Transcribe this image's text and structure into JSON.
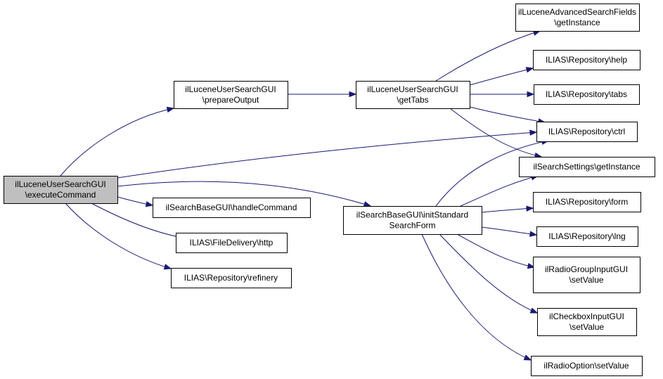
{
  "nodes": {
    "execute_command": {
      "lines": [
        "ilLuceneUserSearchGUI",
        "\\executeCommand"
      ],
      "root": true
    },
    "prepare_output": {
      "lines": [
        "ilLuceneUserSearchGUI",
        "\\prepareOutput"
      ]
    },
    "get_tabs": {
      "lines": [
        "ilLuceneUserSearchGUI",
        "\\getTabs"
      ]
    },
    "handle_command": {
      "lines": [
        "ilSearchBaseGUI\\handleCommand"
      ]
    },
    "http": {
      "lines": [
        "ILIAS\\FileDelivery\\http"
      ]
    },
    "refinery": {
      "lines": [
        "ILIAS\\Repository\\refinery"
      ]
    },
    "init_standard_search_form": {
      "lines": [
        "ilSearchBaseGUI\\initStandard",
        "SearchForm"
      ]
    },
    "advanced_search_fields": {
      "lines": [
        "ilLuceneAdvancedSearchFields",
        "\\getInstance"
      ]
    },
    "repo_help": {
      "lines": [
        "ILIAS\\Repository\\help"
      ]
    },
    "repo_tabs": {
      "lines": [
        "ILIAS\\Repository\\tabs"
      ]
    },
    "repo_ctrl": {
      "lines": [
        "ILIAS\\Repository\\ctrl"
      ]
    },
    "search_settings": {
      "lines": [
        "ilSearchSettings\\getInstance"
      ]
    },
    "repo_form": {
      "lines": [
        "ILIAS\\Repository\\form"
      ]
    },
    "repo_lng": {
      "lines": [
        "ILIAS\\Repository\\lng"
      ]
    },
    "radio_group": {
      "lines": [
        "ilRadioGroupInputGUI",
        "\\setValue"
      ]
    },
    "checkbox": {
      "lines": [
        "ilCheckboxInputGUI",
        "\\setValue"
      ]
    },
    "radio_option": {
      "lines": [
        "ilRadioOption\\setValue"
      ]
    }
  },
  "edges": [
    [
      "execute_command",
      "prepare_output"
    ],
    [
      "execute_command",
      "repo_ctrl"
    ],
    [
      "execute_command",
      "handle_command"
    ],
    [
      "execute_command",
      "http"
    ],
    [
      "execute_command",
      "refinery"
    ],
    [
      "execute_command",
      "init_standard_search_form"
    ],
    [
      "prepare_output",
      "get_tabs"
    ],
    [
      "get_tabs",
      "advanced_search_fields"
    ],
    [
      "get_tabs",
      "repo_help"
    ],
    [
      "get_tabs",
      "repo_tabs"
    ],
    [
      "get_tabs",
      "repo_ctrl"
    ],
    [
      "get_tabs",
      "search_settings"
    ],
    [
      "init_standard_search_form",
      "repo_ctrl"
    ],
    [
      "init_standard_search_form",
      "search_settings"
    ],
    [
      "init_standard_search_form",
      "repo_form"
    ],
    [
      "init_standard_search_form",
      "repo_lng"
    ],
    [
      "init_standard_search_form",
      "radio_group"
    ],
    [
      "init_standard_search_form",
      "checkbox"
    ],
    [
      "init_standard_search_form",
      "radio_option"
    ]
  ],
  "colors": {
    "edge": "#191970",
    "root_fill": "#bfbfbf",
    "node_fill": "#ffffff",
    "border": "#000000"
  }
}
